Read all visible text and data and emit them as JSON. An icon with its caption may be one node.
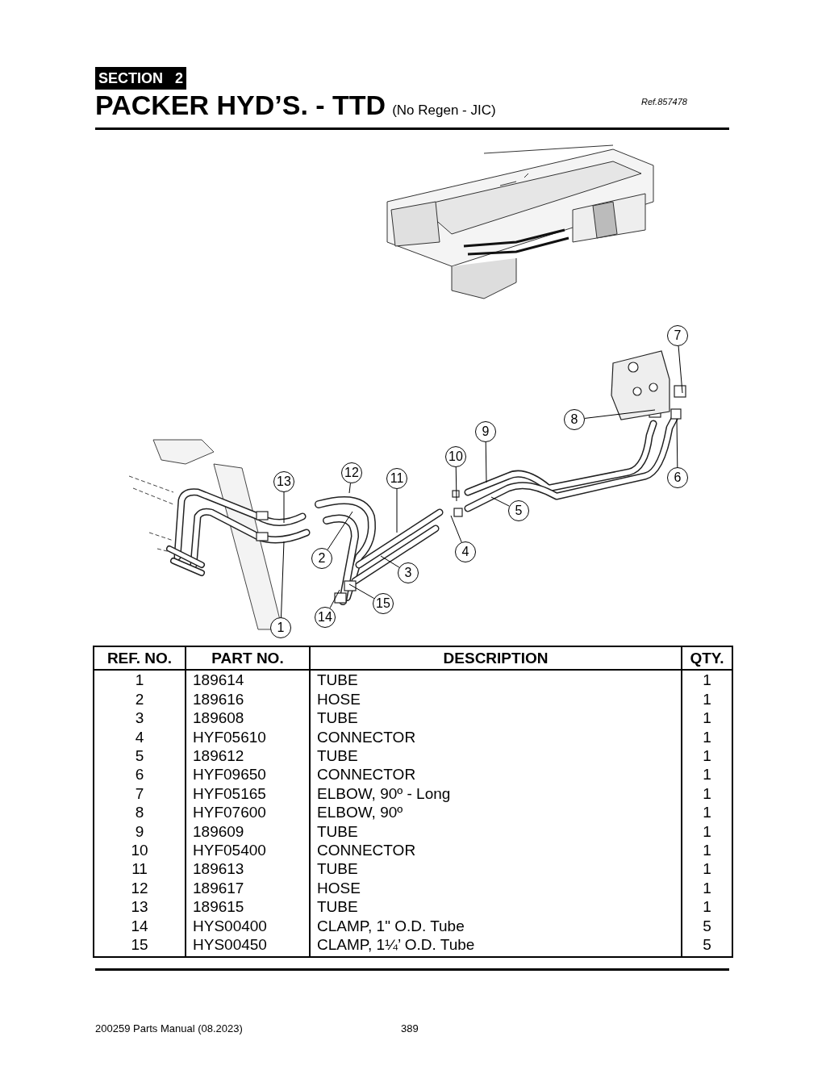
{
  "diagram": {
    "title": "PACKER HYD’S. - TTD",
    "nodes": [
      {
        "text": [
          "7"
        ]
      },
      {
        "text": [
          "8"
        ]
      },
      {
        "text": [
          "9"
        ]
      },
      {
        "text": [
          "10"
        ]
      },
      {
        "text": [
          "12"
        ]
      },
      {
        "text": [
          "11"
        ]
      },
      {
        "text": [
          "13"
        ]
      },
      {
        "text": [
          "6"
        ]
      },
      {
        "text": [
          "5"
        ]
      },
      {
        "text": [
          "4"
        ]
      },
      {
        "text": [
          "2"
        ]
      },
      {
        "text": [
          "3"
        ]
      },
      {
        "text": [
          "15"
        ]
      },
      {
        "text": [
          "14"
        ]
      },
      {
        "text": [
          "1"
        ]
      }
    ],
    "edges": [
      {
        "from": 0,
        "to": null,
        "arrow": "none"
      },
      {
        "from": 1,
        "to": null,
        "arrow": "none"
      },
      {
        "from": 2,
        "to": null,
        "arrow": "none"
      },
      {
        "from": 3,
        "to": null,
        "arrow": "none"
      },
      {
        "from": 4,
        "to": null,
        "arrow": "none"
      },
      {
        "from": 5,
        "to": null,
        "arrow": "none"
      },
      {
        "from": 6,
        "to": null,
        "arrow": "none"
      },
      {
        "from": 7,
        "to": null,
        "arrow": "none"
      },
      {
        "from": 8,
        "to": null,
        "arrow": "none"
      },
      {
        "from": 9,
        "to": null,
        "arrow": "none"
      },
      {
        "from": 10,
        "to": null,
        "arrow": "none"
      },
      {
        "from": 11,
        "to": null,
        "arrow": "none"
      },
      {
        "from": 12,
        "to": null,
        "arrow": "none"
      },
      {
        "from": 13,
        "to": null,
        "arrow": "none"
      },
      {
        "from": 14,
        "to": null,
        "arrow": "none"
      }
    ],
    "labels": [
      "SECTION 2",
      "(No Regen - JIC)",
      "Ref.857478",
      "REF. NO.",
      "PART NO.",
      "DESCRIPTION",
      "QTY.",
      "1",
      "189614",
      "TUBE",
      "1",
      "2",
      "189616",
      "HOSE",
      "1",
      "3",
      "189608",
      "TUBE",
      "1",
      "4",
      "HYF05610",
      "CONNECTOR",
      "1",
      "5",
      "189612",
      "TUBE",
      "1",
      "6",
      "HYF09650",
      "CONNECTOR",
      "1",
      "7",
      "HYF05165",
      "ELBOW, 90º - Long",
      "1",
      "8",
      "HYF07600",
      "ELBOW, 90º",
      "1",
      "9",
      "189609",
      "TUBE",
      "1",
      "10",
      "HYF05400",
      "CONNECTOR",
      "1",
      "11",
      "189613",
      "TUBE",
      "1",
      "12",
      "189617",
      "HOSE",
      "1",
      "13",
      "189615",
      "TUBE",
      "1",
      "14",
      "HYS00400",
      "CLAMP, 1\" O.D. Tube",
      "5",
      "15",
      "HYS00450",
      "CLAMP, 1¼’ O.D. Tube",
      "5",
      "200259 Parts Manual (08.2023)",
      "389"
    ]
  }
}
